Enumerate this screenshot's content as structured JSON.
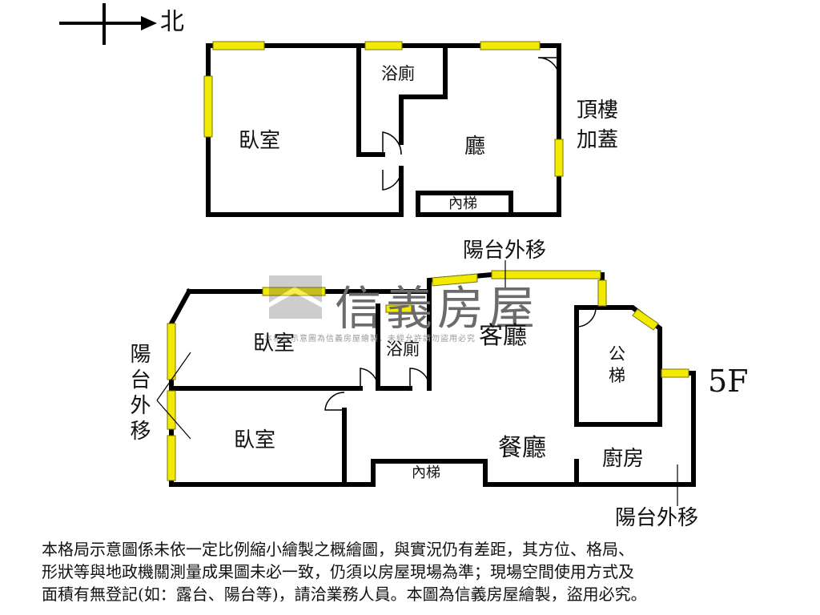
{
  "compass": {
    "direction": "北"
  },
  "upper_floor": {
    "label_line1": "頂樓",
    "label_line2": "加蓋",
    "rooms": {
      "bedroom": "臥室",
      "bath": "浴廁",
      "hall": "廳",
      "stairs": "內梯"
    }
  },
  "lower_floor": {
    "floor_label": "5F",
    "rooms": {
      "bedroom_upper": "臥室",
      "bedroom_lower": "臥室",
      "bath": "浴廁",
      "living": "客廳",
      "public_stair_line1": "公",
      "public_stair_line2": "梯",
      "dining": "餐廳",
      "kitchen": "廚房",
      "stairs": "內梯"
    },
    "annotations": {
      "balcony_top": "陽台外移",
      "balcony_left": "陽台外移",
      "balcony_bottom": "陽台外移"
    }
  },
  "watermark": {
    "brand": "信義房屋",
    "subtext": "本格局示意圖為信義房屋繪製，未經允許請勿盜用必究"
  },
  "disclaimer": [
    "本格局示意圖係未依一定比例縮小繪製之概繪圖，與實況仍有差距，其方位、格局、",
    "形狀等與地政機關測量成果圖未必一致，仍須以房屋現場為準；現場空間使用方式及",
    "面積有無登記(如：露台、陽台等)，請洽業務人員。本圖為信義房屋繪製，盜用必究。"
  ],
  "colors": {
    "wall": "#000000",
    "window_fill": "#f2ea00",
    "window_stroke": "#7a7400",
    "watermark": "#6b6b6b"
  }
}
